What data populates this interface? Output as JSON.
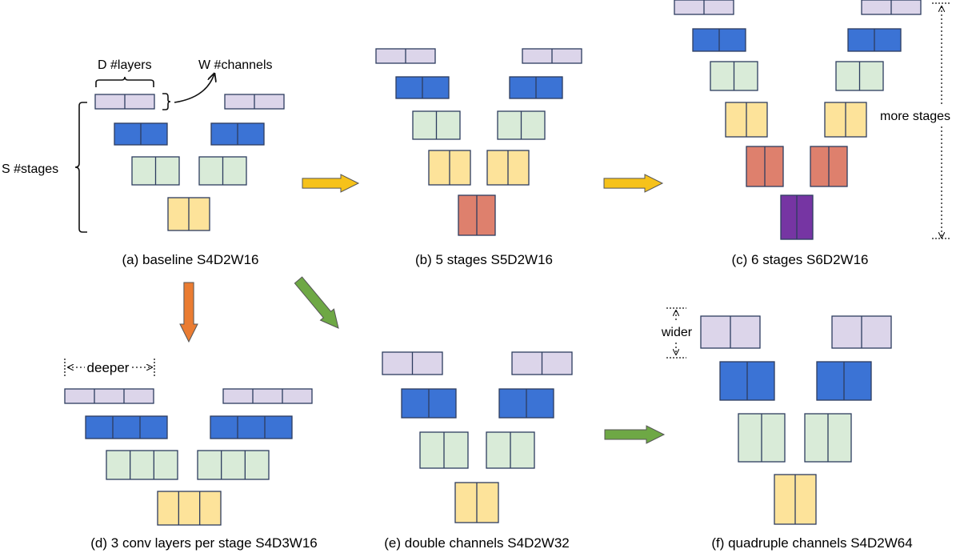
{
  "colors": {
    "stage1": "#dcd5ea",
    "stage2": "#3b73d5",
    "stage3": "#d9ebd8",
    "stage4": "#fde39a",
    "stage5": "#de806d",
    "stage6": "#7635a3",
    "block_border": "#2d3c5f",
    "arrow_yellow": "#f6c21a",
    "arrow_orange": "#ea7c32",
    "arrow_green": "#6ea845"
  },
  "captions": {
    "a": "(a) baseline S4D2W16",
    "b": "(b) 5 stages S5D2W16",
    "c": "(c) 6 stages S6D2W16",
    "d": "(d) 3 conv layers per stage S4D3W16",
    "e": "(e) double channels S4D2W32",
    "f": "(f) quadruple channels S4D2W64"
  },
  "annotations": {
    "d_layers": "D #layers",
    "w_channels": "W #channels",
    "s_stages": "S #stages",
    "more_stages": "more stages",
    "deeper": "deeper",
    "wider": "wider"
  },
  "arrows": [
    {
      "id": "a-to-b",
      "color": "arrow_yellow",
      "direction": "right"
    },
    {
      "id": "b-to-c",
      "color": "arrow_yellow",
      "direction": "right"
    },
    {
      "id": "a-to-d",
      "color": "arrow_orange",
      "direction": "down"
    },
    {
      "id": "a-to-e",
      "color": "arrow_green",
      "direction": "down-right"
    },
    {
      "id": "e-to-f",
      "color": "arrow_green",
      "direction": "right"
    }
  ]
}
